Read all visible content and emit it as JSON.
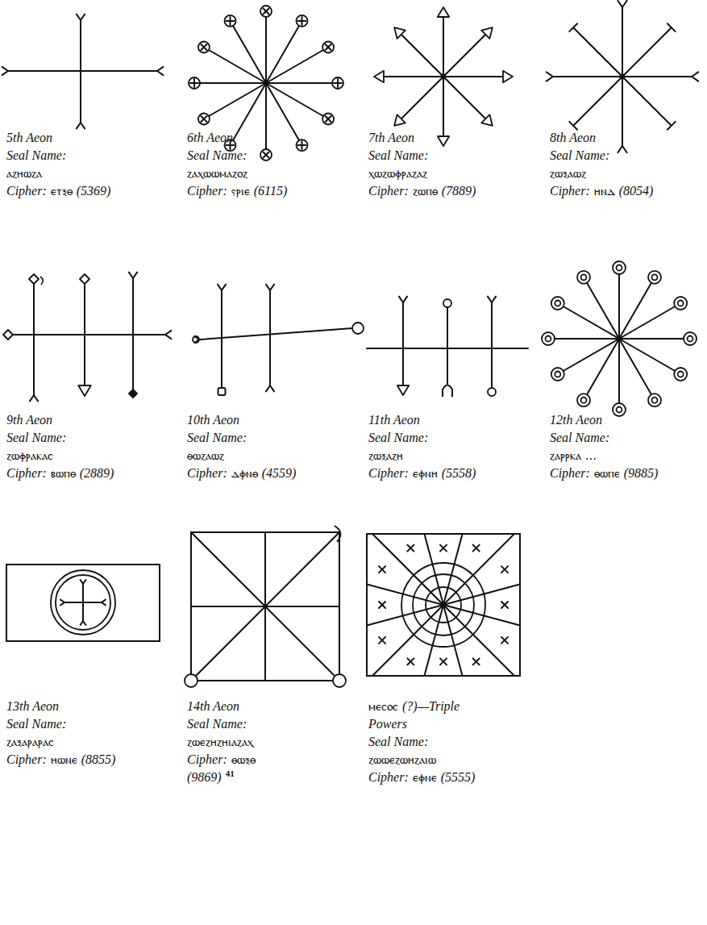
{
  "diagram": {
    "labels": [
      "5th Aeon",
      "Seal Name:",
      "ⲁⲍⲏⲱⲍⲁ",
      "Cipher:",
      "ⲉⲧⲝⲑ",
      "(5369)",
      "6th Aeon",
      "Seal Name:",
      "ⲍⲁⲭⲱⲱⲙⲁⲍⲟⲍ",
      "Cipher:",
      "ⲋⲣⲓⲉ",
      "(6115)",
      "7th Aeon",
      "Seal Name:",
      "ⲭⲱⲍⲱⲫⲣⲁⲍⲁⲍ",
      "Cipher:",
      "ⲍⲱⲡⲑ",
      "(7889)",
      "8th Aeon",
      "Seal Name:",
      "ⲍⲱⲝⲁⲱⲍ",
      "Cipher:",
      "ⲏⲛⲇ",
      "(8054)",
      "9th Aeon",
      "Seal Name:",
      "ⲍⲱⲫⲣⲁⲕⲁⲥ",
      "Cipher:",
      "ⲃⲱⲡⲑ",
      "(2889)",
      "10th Aeon",
      "Seal Name:",
      "ⲑⲱⲍⲁⲱⲍ",
      "Cipher:",
      "ⲇⲫⲛⲑ",
      "(4559)",
      "11th Aeon",
      "Seal Name:",
      "ⲍⲱⲝⲁⲍⲏ",
      "Cipher:",
      "ⲉⲫⲛⲏ",
      "(5558)",
      "12th Aeon",
      "Seal Name:",
      "ⲍⲁⲣⲣⲕⲁ ...",
      "Cipher:",
      "ⲑⲱⲡⲉ",
      "(9885)",
      "13th Aeon",
      "Seal Name:",
      "ⲍⲁⲝⲁⲣⲁⲣⲁⲥ",
      "Cipher:",
      "ⲏⲱⲛⲉ",
      "(8855)",
      "14th Aeon",
      "Seal Name:",
      "ⲍⲱⲉⲍⲏⲍⲏⲓⲁⲍⲁⲭ",
      "Cipher:",
      "ⲑⲱⲝⲑ",
      "(9869)",
      "41",
      "ⲙⲉⲥⲟⲥ",
      "(?)—Triple Powers",
      "Seal Name:",
      "ⲍⲱⲱⲉⲍⲱⲏⲍⲁⲓⲱ",
      "Cipher:",
      "ⲉⲫⲛⲉ",
      "(5555)",
      "∝",
      "∝",
      "o",
      "o",
      "ϵ",
      "ϵ",
      "ϵ",
      "ϵ",
      "ϵ",
      "ϵ",
      "ϵ",
      "ϵ"
    ]
  }
}
